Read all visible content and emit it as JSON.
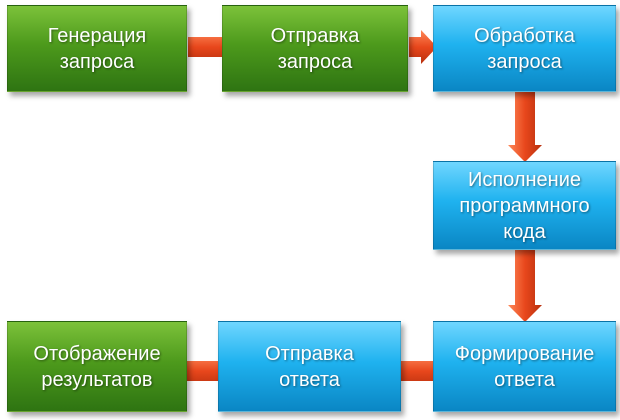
{
  "diagram": {
    "nodes": {
      "generation": {
        "label": "Генерация\nзапроса",
        "color": "green"
      },
      "send_request": {
        "label": "Отправка\nзапроса",
        "color": "green"
      },
      "process_request": {
        "label": "Обработка\nзапроса",
        "color": "blue"
      },
      "execute_code": {
        "label": "Исполнение\nпрограммного\nкода",
        "color": "blue"
      },
      "form_response": {
        "label": "Формирование\nответа",
        "color": "blue"
      },
      "send_response": {
        "label": "Отправка\nответа",
        "color": "blue"
      },
      "display_results": {
        "label": "Отображение\nрезультатов",
        "color": "green"
      }
    },
    "edges": [
      {
        "from": "generation",
        "to": "send_request"
      },
      {
        "from": "send_request",
        "to": "process_request"
      },
      {
        "from": "process_request",
        "to": "execute_code"
      },
      {
        "from": "execute_code",
        "to": "form_response"
      },
      {
        "from": "form_response",
        "to": "send_response"
      },
      {
        "from": "send_response",
        "to": "display_results"
      }
    ],
    "colors": {
      "green": "#4d9a1c",
      "blue": "#1fb2ef",
      "arrow": "#e8471c"
    }
  }
}
